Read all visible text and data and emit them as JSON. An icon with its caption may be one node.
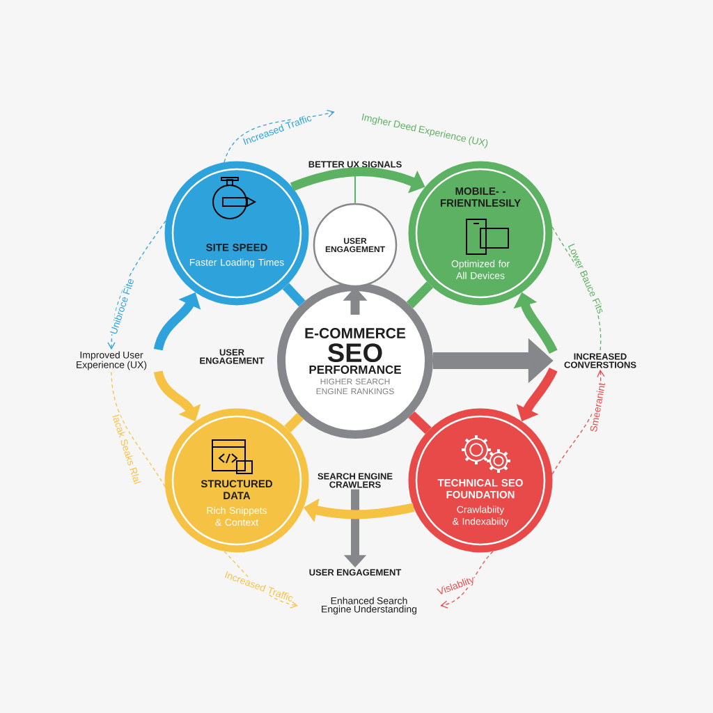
{
  "diagram": {
    "nodes": [
      {
        "text": [
          "E-COMMERCE",
          "SEO",
          "PERFORMANCE",
          "HIGHER SEARCH ENGINE RANKINGS"
        ]
      },
      {
        "text": [
          "SITE SPEED",
          "Faster Loading Times"
        ]
      },
      {
        "text": [
          "MOBILE- -FRIENTNLESILY",
          "Optimized for All Devices"
        ]
      },
      {
        "text": [
          "STRUCTURED DATA",
          "Rich Snippets & Context"
        ]
      },
      {
        "text": [
          "TECHNICAL SEO FOUNDATION",
          "Crawlabiity & Indexabiity"
        ]
      },
      {
        "text": [
          "USER ENGAGEMENT"
        ]
      },
      {
        "text": [
          "INCREASED CONVERSTIONS"
        ]
      },
      {
        "text": [
          "Improved User Experience (UX)"
        ]
      },
      {
        "text": [
          "Enhanced Search Engine Understanding"
        ]
      },
      {
        "text": [
          "USER ENGAGEMENT"
        ]
      },
      {
        "text": [
          "SEARCH ENGINE CRAWLERS"
        ]
      },
      {
        "text": [
          "BETTER UX SIGNALS"
        ]
      },
      {
        "text": [
          "Imgher Deed Experience (UX)"
        ]
      }
    ],
    "edges": [
      {
        "from": 0,
        "to": 6,
        "arrow": "to",
        "style": "thick",
        "color": "#85878a"
      },
      {
        "from": 0,
        "to": 5,
        "arrow": "to",
        "color": "#85878a"
      },
      {
        "from": 10,
        "to": 9,
        "arrow": "to",
        "color": "#85878a"
      },
      {
        "from": 1,
        "to": 2,
        "arrow": "to",
        "color": "#5cb163"
      },
      {
        "from": 6,
        "to": 2,
        "arrow": "to",
        "color": "#5cb163"
      },
      {
        "from": 6,
        "to": 4,
        "arrow": "to",
        "color": "#e84a4a"
      },
      {
        "from": 4,
        "to": 3,
        "arrow": "to",
        "color": "#f6c244"
      },
      {
        "from": 7,
        "to": 1,
        "arrow": "to",
        "color": "#2ea3db"
      },
      {
        "from": 7,
        "to": 3,
        "arrow": "to",
        "color": "#f6c244"
      },
      {
        "from": 1,
        "to": 0,
        "arrow": "none",
        "color": "#2ea3db"
      },
      {
        "from": 2,
        "to": 0,
        "arrow": "none",
        "color": "#5cb163"
      },
      {
        "from": 3,
        "to": 0,
        "arrow": "none",
        "color": "#f6c244"
      },
      {
        "from": 4,
        "to": 0,
        "arrow": "none",
        "color": "#e84a4a"
      },
      {
        "from": 5,
        "to": 11,
        "arrow": "none",
        "color": "#5cb163"
      },
      {
        "from": 1,
        "to": 12,
        "arrow": "to",
        "style": "dashed",
        "color": "#2ea3db",
        "label": "Increased Traffic"
      },
      {
        "from": 1,
        "to": 7,
        "arrow": "to",
        "style": "dashed",
        "color": "#2ea3db",
        "label": "Unibroce Fite"
      },
      {
        "from": 2,
        "to": 6,
        "arrow": "none",
        "style": "dashed",
        "color": "#5cb163",
        "label": "Lower Bauce Fits"
      },
      {
        "from": 3,
        "to": 7,
        "arrow": "none",
        "style": "dashed",
        "color": "#f6c244",
        "label": "Iacak Seaks Rlal"
      },
      {
        "from": 3,
        "to": 8,
        "arrow": "to",
        "style": "dashed",
        "color": "#f6c244",
        "label": "Increased Traffic"
      },
      {
        "from": 4,
        "to": 8,
        "arrow": "to",
        "style": "dashed",
        "color": "#e84a4a",
        "label": "Vislablity"
      },
      {
        "from": 4,
        "to": 6,
        "arrow": "to",
        "style": "dashed",
        "color": "#e84a4a",
        "label": "Smeeranint"
      }
    ],
    "labels": [
      "USER ENGAGEMENT"
    ]
  }
}
